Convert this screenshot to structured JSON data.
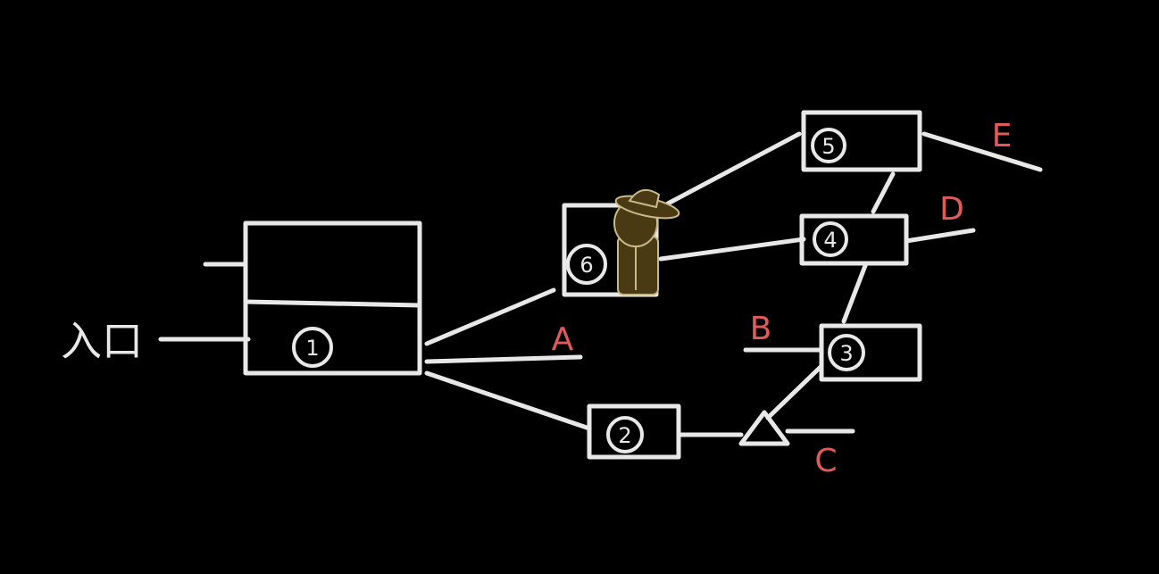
{
  "entrance_label": "入口",
  "nodes": [
    {
      "id": "1",
      "label": "1"
    },
    {
      "id": "2",
      "label": "2"
    },
    {
      "id": "3",
      "label": "3"
    },
    {
      "id": "4",
      "label": "4"
    },
    {
      "id": "5",
      "label": "5"
    },
    {
      "id": "6",
      "label": "6"
    }
  ],
  "exits": [
    "A",
    "B",
    "C",
    "D",
    "E"
  ],
  "player": {
    "icon": "cowboy-character-icon",
    "location_node": "6"
  },
  "colors": {
    "background": "#000000",
    "chalk": "#e8e8e8",
    "exit_label": "#e05a5a",
    "player": "#4a3a14"
  }
}
